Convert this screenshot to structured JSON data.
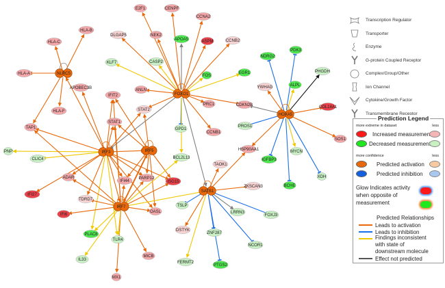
{
  "colors": {
    "activation": "#e8680a",
    "inhibition": "#1a6fe8",
    "inconsistent": "#f0c800",
    "not_predicted": "#808080",
    "black": "#111111",
    "red": "#e8414a",
    "pink": "#f4a7a9",
    "lightpink": "#f8d3d3",
    "green": "#4ee64e",
    "lightgreen": "#c9f0c4",
    "orange": "#e8680a"
  },
  "nodes": [
    {
      "id": "FOXO1",
      "label": "FOXO1",
      "fill": "orange"
    },
    {
      "id": "E2F1",
      "label": "E2F1",
      "fill": "pink"
    },
    {
      "id": "CENPF",
      "label": "CENPF",
      "fill": "pink"
    },
    {
      "id": "CCNA2",
      "label": "CCNA2",
      "fill": "pink"
    },
    {
      "id": "DLGAP5",
      "label": "DLGAP5",
      "fill": "lightpink"
    },
    {
      "id": "NEK2",
      "label": "NEK2",
      "fill": "pink"
    },
    {
      "id": "APOA5",
      "label": "APOA5",
      "fill": "green"
    },
    {
      "id": "ASPM",
      "label": "ASPM",
      "fill": "red"
    },
    {
      "id": "CCNB2",
      "label": "CCNB2",
      "fill": "lightpink"
    },
    {
      "id": "KLF7",
      "label": "KLF7",
      "fill": "lightgreen"
    },
    {
      "id": "CASP2",
      "label": "CASP2",
      "fill": "lightgreen"
    },
    {
      "id": "FOS",
      "label": "FOS",
      "fill": "green"
    },
    {
      "id": "EGR1",
      "label": "EGR1",
      "fill": "green"
    },
    {
      "id": "ANLN",
      "label": "ANLN",
      "fill": "pink"
    },
    {
      "id": "PRC1",
      "label": "PRC1",
      "fill": "pink"
    },
    {
      "id": "CDKN2B",
      "label": "CDKN2B",
      "fill": "pink"
    },
    {
      "id": "GPD1",
      "label": "GPD1",
      "fill": "lightgreen"
    },
    {
      "id": "CCNB1",
      "label": "CCNB1",
      "fill": "pink"
    },
    {
      "id": "STAT2",
      "label": "STAT2",
      "fill": "lightpink"
    },
    {
      "id": "BCL2L13",
      "label": "BCL2L13",
      "fill": "lightgreen"
    },
    {
      "id": "TAOK1",
      "label": "TAOK1",
      "fill": "lightpink"
    },
    {
      "id": "HOXA5",
      "label": "HOXA5",
      "fill": "orange"
    },
    {
      "id": "NDRG2",
      "label": "NDRG2",
      "fill": "green"
    },
    {
      "id": "PDK3",
      "label": "PDK3",
      "fill": "green"
    },
    {
      "id": "PHGDH",
      "label": "PHGDH",
      "fill": "lightgreen"
    },
    {
      "id": "ALPL",
      "label": "ALPL",
      "fill": "green"
    },
    {
      "id": "YWHAG",
      "label": "YWHAG",
      "fill": "lightpink"
    },
    {
      "id": "COL14A1",
      "label": "COL14A1",
      "fill": "red"
    },
    {
      "id": "SOS1",
      "label": "SOS1",
      "fill": "pink"
    },
    {
      "id": "PROS1",
      "label": "PROS1",
      "fill": "lightgreen"
    },
    {
      "id": "MYCN",
      "label": "MYCN",
      "fill": "lightgreen"
    },
    {
      "id": "HSP90AA1",
      "label": "HSP90AA1",
      "fill": "pink"
    },
    {
      "id": "IGFBP3",
      "label": "IGFBP3",
      "fill": "green"
    },
    {
      "id": "XDH",
      "label": "XDH",
      "fill": "lightgreen"
    },
    {
      "id": "BCHE",
      "label": "BCHE",
      "fill": "green"
    },
    {
      "id": "SATB1",
      "label": "SATB1",
      "fill": "orange"
    },
    {
      "id": "ZKSCAN3",
      "label": "ZKSCAN3",
      "fill": "lightpink"
    },
    {
      "id": "LRRN3",
      "label": "LRRN3",
      "fill": "lightgreen"
    },
    {
      "id": "FOXJ3",
      "label": "FOXJ3",
      "fill": "lightgreen"
    },
    {
      "id": "NCOR1",
      "label": "NCOR1",
      "fill": "lightgreen"
    },
    {
      "id": "ZNF287",
      "label": "ZNF287",
      "fill": "lightgreen"
    },
    {
      "id": "PTGS2",
      "label": "PTGS2",
      "fill": "green"
    },
    {
      "id": "FERMT2",
      "label": "FERMT2",
      "fill": "lightgreen"
    },
    {
      "id": "DSTYK",
      "label": "DSTYK",
      "fill": "lightpink"
    },
    {
      "id": "TSLP",
      "label": "TSLP",
      "fill": "lightgreen"
    },
    {
      "id": "NLRC5",
      "label": "NLRC5",
      "fill": "orange"
    },
    {
      "id": "HLA-B",
      "label": "HLA-B",
      "fill": "pink"
    },
    {
      "id": "HLA-C",
      "label": "HLA-C",
      "fill": "pink"
    },
    {
      "id": "HLA-A",
      "label": "HLA-A",
      "fill": "pink"
    },
    {
      "id": "APOBEC3B",
      "label": "APOBEC3B",
      "fill": "pink"
    },
    {
      "id": "HLA-F",
      "label": "HLA-F",
      "fill": "pink"
    },
    {
      "id": "TAP1",
      "label": "TAP1",
      "fill": "pink"
    },
    {
      "id": "IRF3",
      "label": "IRF3",
      "fill": "orange"
    },
    {
      "id": "IRF5",
      "label": "IRF5",
      "fill": "orange"
    },
    {
      "id": "IRF7",
      "label": "IRF7",
      "fill": "orange"
    },
    {
      "id": "IFIT2",
      "label": "IFIT2",
      "fill": "pink"
    },
    {
      "id": "STAT1",
      "label": "STAT1",
      "fill": "pink"
    },
    {
      "id": "PNP",
      "label": "PNP",
      "fill": "lightgreen"
    },
    {
      "id": "CLIC4",
      "label": "CLIC4",
      "fill": "lightgreen"
    },
    {
      "id": "ADAR",
      "label": "ADAR",
      "fill": "pink"
    },
    {
      "id": "IFI27",
      "label": "IFI27",
      "fill": "red"
    },
    {
      "id": "IFI44",
      "label": "IFI44",
      "fill": "pink"
    },
    {
      "id": "PARP12",
      "label": "PARP12",
      "fill": "pink"
    },
    {
      "id": "ISG15",
      "label": "ISG15",
      "fill": "red"
    },
    {
      "id": "TDRD7",
      "label": "TDRD7",
      "fill": "lightpink"
    },
    {
      "id": "IFI6",
      "label": "IFI6",
      "fill": "red"
    },
    {
      "id": "OASL",
      "label": "OASL",
      "fill": "pink"
    },
    {
      "id": "PLAC8",
      "label": "PLAC8",
      "fill": "green"
    },
    {
      "id": "TLR4",
      "label": "TLR4",
      "fill": "lightgreen"
    },
    {
      "id": "IL33",
      "label": "IL33",
      "fill": "lightgreen"
    },
    {
      "id": "MICB",
      "label": "MICB",
      "fill": "pink"
    },
    {
      "id": "MX1",
      "label": "MX1",
      "fill": "pink"
    }
  ],
  "edges": [
    [
      "FOXO1",
      "E2F1",
      "a"
    ],
    [
      "FOXO1",
      "CENPF",
      "a"
    ],
    [
      "FOXO1",
      "CCNA2",
      "a"
    ],
    [
      "FOXO1",
      "DLGAP5",
      "a"
    ],
    [
      "FOXO1",
      "NEK2",
      "a"
    ],
    [
      "FOXO1",
      "APOA5",
      "n"
    ],
    [
      "FOXO1",
      "ASPM",
      "a"
    ],
    [
      "FOXO1",
      "CCNB2",
      "a"
    ],
    [
      "FOXO1",
      "KLF7",
      "y"
    ],
    [
      "FOXO1",
      "CASP2",
      "y"
    ],
    [
      "FOXO1",
      "FOS",
      "y"
    ],
    [
      "FOXO1",
      "EGR1",
      "y"
    ],
    [
      "FOXO1",
      "ANLN",
      "a"
    ],
    [
      "FOXO1",
      "PRC1",
      "a"
    ],
    [
      "FOXO1",
      "CDKN2B",
      "a"
    ],
    [
      "FOXO1",
      "GPD1",
      "i"
    ],
    [
      "FOXO1",
      "CCNB1",
      "a"
    ],
    [
      "FOXO1",
      "STAT2",
      "a"
    ],
    [
      "FOXO1",
      "BCL2L13",
      "y"
    ],
    [
      "FOXO1",
      "SATB1",
      "n"
    ],
    [
      "FOXO1",
      "IRF3",
      "n"
    ],
    [
      "HOXA5",
      "NDRG2",
      "i"
    ],
    [
      "HOXA5",
      "PDK3",
      "i"
    ],
    [
      "HOXA5",
      "PHGDH",
      "k"
    ],
    [
      "HOXA5",
      "ALPL",
      "y"
    ],
    [
      "HOXA5",
      "YWHAG",
      "a"
    ],
    [
      "HOXA5",
      "COL14A1",
      "a"
    ],
    [
      "HOXA5",
      "SOS1",
      "a"
    ],
    [
      "HOXA5",
      "CDKN2B",
      "n"
    ],
    [
      "HOXA5",
      "PROS1",
      "i"
    ],
    [
      "HOXA5",
      "MYCN",
      "y"
    ],
    [
      "HOXA5",
      "HSP90AA1",
      "a"
    ],
    [
      "HOXA5",
      "IGFBP3",
      "i"
    ],
    [
      "HOXA5",
      "XDH",
      "i"
    ],
    [
      "HOXA5",
      "BCHE",
      "i"
    ],
    [
      "SATB1",
      "TAOK1",
      "a"
    ],
    [
      "SATB1",
      "ZKSCAN3",
      "a"
    ],
    [
      "SATB1",
      "LRRN3",
      "n"
    ],
    [
      "SATB1",
      "FOXJ3",
      "i"
    ],
    [
      "SATB1",
      "NCOR1",
      "i"
    ],
    [
      "SATB1",
      "ZNF287",
      "i"
    ],
    [
      "SATB1",
      "PTGS2",
      "i"
    ],
    [
      "SATB1",
      "FERMT2",
      "y"
    ],
    [
      "SATB1",
      "DSTYK",
      "a"
    ],
    [
      "SATB1",
      "TSLP",
      "i"
    ],
    [
      "SATB1",
      "HSP90AA1",
      "a"
    ],
    [
      "NLRC5",
      "HLA-B",
      "a"
    ],
    [
      "NLRC5",
      "HLA-C",
      "a"
    ],
    [
      "NLRC5",
      "HLA-A",
      "a"
    ],
    [
      "NLRC5",
      "HLA-F",
      "a"
    ],
    [
      "NLRC5",
      "TAP1",
      "a"
    ],
    [
      "IRF3",
      "NLRC5",
      "a"
    ],
    [
      "IRF3",
      "APOBEC3B",
      "a"
    ],
    [
      "IRF3",
      "TAP1",
      "a"
    ],
    [
      "IRF3",
      "IFIT2",
      "a"
    ],
    [
      "IRF3",
      "STAT1",
      "a"
    ],
    [
      "IRF3",
      "STAT2",
      "a"
    ],
    [
      "IRF3",
      "PNP",
      "y"
    ],
    [
      "IRF3",
      "CLIC4",
      "y"
    ],
    [
      "IRF3",
      "ADAR",
      "a"
    ],
    [
      "IRF3",
      "IFI27",
      "a"
    ],
    [
      "IRF3",
      "IFI44",
      "a"
    ],
    [
      "IRF3",
      "PARP12",
      "a"
    ],
    [
      "IRF3",
      "ISG15",
      "a"
    ],
    [
      "IRF3",
      "TDRD7",
      "a"
    ],
    [
      "IRF3",
      "PLAC8",
      "y"
    ],
    [
      "IRF3",
      "TLR4",
      "y"
    ],
    [
      "IRF3",
      "IRF5",
      "a"
    ],
    [
      "IRF3",
      "IRF7",
      "a"
    ],
    [
      "IRF3",
      "OASL",
      "a"
    ],
    [
      "IRF5",
      "IFIT2",
      "a"
    ],
    [
      "IRF5",
      "STAT1",
      "a"
    ],
    [
      "IRF5",
      "STAT2",
      "a"
    ],
    [
      "IRF5",
      "IFI44",
      "a"
    ],
    [
      "IRF5",
      "PARP12",
      "a"
    ],
    [
      "IRF5",
      "ISG15",
      "a"
    ],
    [
      "IRF5",
      "OASL",
      "a"
    ],
    [
      "IRF5",
      "IRF7",
      "a"
    ],
    [
      "IRF7",
      "TAP1",
      "a"
    ],
    [
      "IRF7",
      "ADAR",
      "a"
    ],
    [
      "IRF7",
      "IFI6",
      "a"
    ],
    [
      "IRF7",
      "TDRD7",
      "a"
    ],
    [
      "IRF7",
      "IFI44",
      "a"
    ],
    [
      "IRF7",
      "PARP12",
      "a"
    ],
    [
      "IRF7",
      "OASL",
      "a"
    ],
    [
      "IRF7",
      "MICB",
      "a"
    ],
    [
      "IRF7",
      "MX1",
      "a"
    ],
    [
      "IRF7",
      "PLAC8",
      "y"
    ],
    [
      "IRF7",
      "TLR4",
      "y"
    ],
    [
      "IRF7",
      "IL33",
      "y"
    ],
    [
      "IRF7",
      "BCL2L13",
      "y"
    ],
    [
      "IRF7",
      "STAT1",
      "a"
    ],
    [
      "IRF7",
      "IFIT2",
      "a"
    ],
    [
      "IRF7",
      "IRF5",
      "a"
    ],
    [
      "IRF7",
      "SATB1",
      "y"
    ],
    [
      "IRF7",
      "ISG15",
      "a"
    ]
  ],
  "shape_legend": [
    {
      "icon": "transcription-regulator-icon",
      "label": "Transcription Regulator"
    },
    {
      "icon": "transporter-icon",
      "label": "Transporter"
    },
    {
      "icon": "enzyme-icon",
      "label": "Enzyme"
    },
    {
      "icon": "gpcr-icon",
      "label": "G-protein Coupled Receptor"
    },
    {
      "icon": "complex-icon",
      "label": "Complex/Group/Other"
    },
    {
      "icon": "ion-channel-icon",
      "label": "Ion Channel"
    },
    {
      "icon": "cytokine-icon",
      "label": "Cytokine/Growth Factor"
    },
    {
      "icon": "transmembrane-receptor-icon",
      "label": "Transmembrane Receptor"
    }
  ],
  "prediction_legend": {
    "title": "Prediction Legend",
    "more_extreme": "more extreme in dataset",
    "less": "less",
    "increased": "Increased measurement",
    "decreased": "Decreased measurement",
    "more_confidence": "more confidence",
    "activation": "Predicted activation",
    "inhibition": "Predicted inhibition",
    "glow": "Glow Indicates activity when opposite of measurement",
    "relationships_title": "Predicted Relationships",
    "leads_activation": "Leads to activation",
    "leads_inhibition": "Leads to inhibition",
    "inconsistent": "Findings inconsistent with state of downstream molecule",
    "not_predicted": "Effect not predicted"
  }
}
